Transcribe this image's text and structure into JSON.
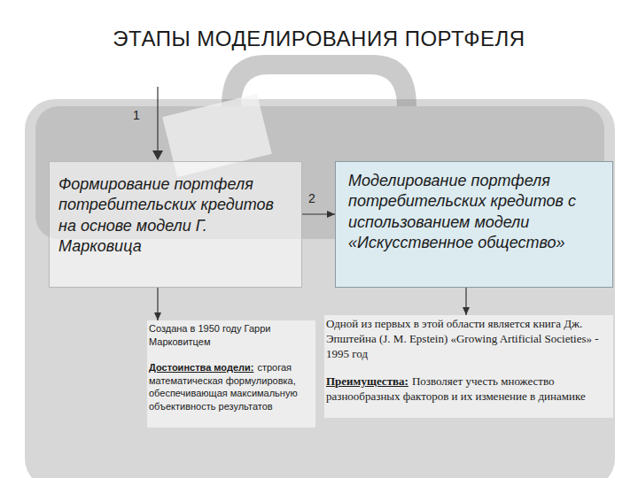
{
  "diagram": {
    "title": "ЭТАПЫ МОДЕЛИРОВАНИЯ ПОРТФЕЛЯ",
    "nodes": [
      {
        "text": [
          "Формирование портфеля потребительских кредитов на основе модели Г. Марковица"
        ]
      },
      {
        "text": [
          "Моделирование портфеля потребительских кредитов с использованием модели «Искусственное общество»"
        ]
      },
      {
        "text": [
          "Создана в 1950 году Гарри Марковитцем",
          "Достоинства модели:",
          "строгая математическая формулировка, обеспечивающая максимальную объективность результатов"
        ]
      },
      {
        "text": [
          "Одной из первых в этой области является книга Дж. Эпштейна (J. M. Epstein) «Growing Artificial Societies» - 1995 год",
          "Преимущества:",
          "Позволяет учесть множество разнообразных факторов и их изменение в динамике"
        ]
      }
    ],
    "edges": [
      {
        "from": 0,
        "to": 1,
        "arrow": "to"
      },
      {
        "from": 0,
        "to": 2,
        "arrow": "to"
      },
      {
        "from": 1,
        "to": 3,
        "arrow": "to"
      }
    ],
    "labels": [
      "1",
      "2"
    ]
  }
}
